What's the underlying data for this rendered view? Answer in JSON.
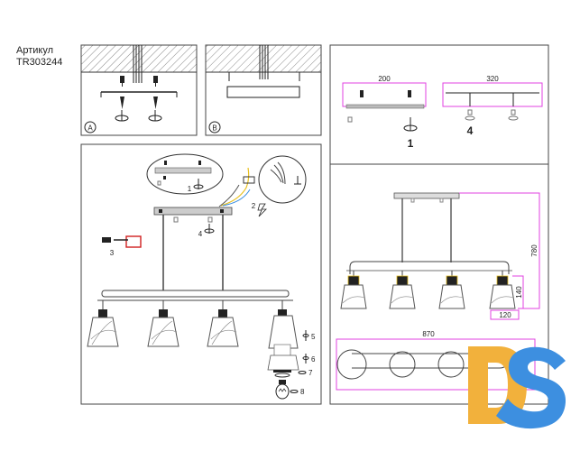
{
  "header": {
    "line1": "Артикул",
    "line2": "TR303244"
  },
  "panel_a": {
    "badge": "A"
  },
  "panel_b": {
    "badge": "B"
  },
  "panel_top_right": {
    "dim_left": "200",
    "dim_right": "320",
    "num_left": "1",
    "num_right": "4"
  },
  "assembly": {
    "callout_1": "1",
    "callout_2": "2",
    "callout_3": "3",
    "callout_4": "4",
    "callout_5": "5",
    "callout_6": "6",
    "callout_7": "7",
    "callout_8": "8"
  },
  "dimensions": {
    "height": "780",
    "shade_height": "140",
    "shade_width": "120",
    "length": "870"
  },
  "colors": {
    "magenta": "#e040e0",
    "accent_yellow": "#e8c020",
    "ds_orange": "#f2b13c",
    "ds_blue": "#3d8fe0"
  }
}
